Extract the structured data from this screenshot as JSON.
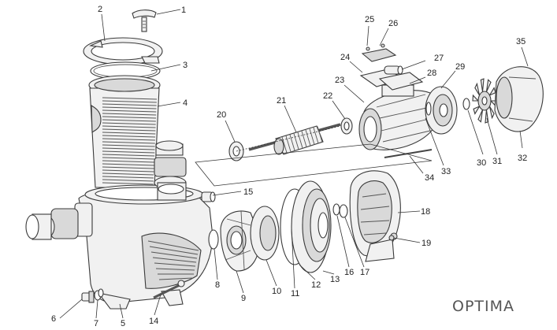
{
  "brand": "OPTIMA",
  "callouts": [
    "1",
    "2",
    "3",
    "4",
    "5",
    "6",
    "7",
    "8",
    "9",
    "10",
    "11",
    "12",
    "13",
    "14",
    "15",
    "16",
    "17",
    "18",
    "19",
    "20",
    "21",
    "22",
    "23",
    "24",
    "25",
    "26",
    "27",
    "28",
    "29",
    "30",
    "31",
    "32",
    "33",
    "34",
    "35"
  ]
}
